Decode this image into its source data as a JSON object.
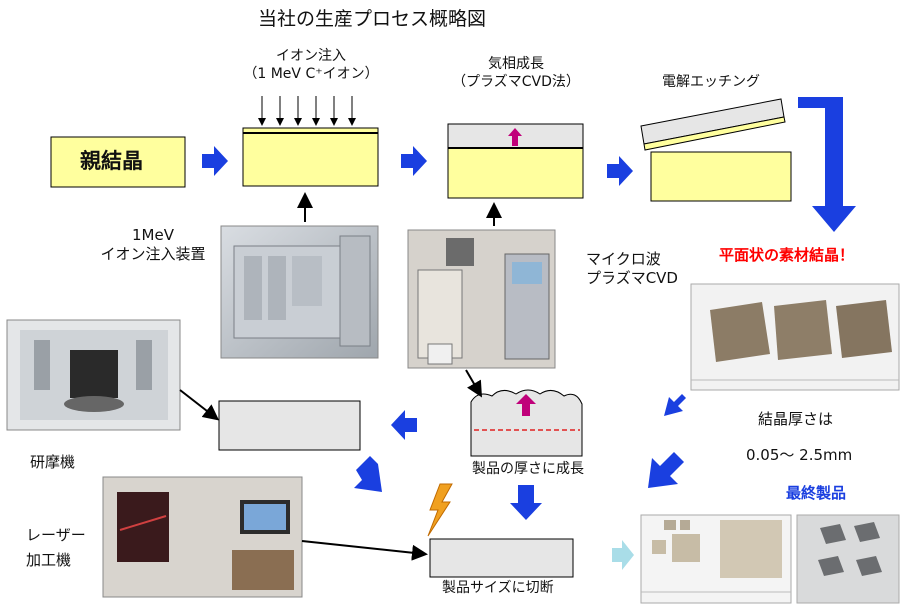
{
  "title": "当社の生産プロセス概略図",
  "steps": {
    "seed": "親結晶",
    "ion_implant": {
      "line1": "イオン注入",
      "line2": "（1 MeV C⁺イオン）"
    },
    "vapor_growth": {
      "line1": "気相成長",
      "line2": "（プラズマCVD法）"
    },
    "electrolytic_etching": "電解エッチング",
    "grow_to_thickness": "製品の厚さに成長",
    "cut_to_size": "製品サイズに切断"
  },
  "equipment": {
    "ion_implanter": {
      "line1": "1MeV",
      "line2": "イオン注入装置"
    },
    "cvd": {
      "line1": "マイクロ波",
      "line2": "プラズマCVD"
    },
    "polisher": "研摩機",
    "laser": {
      "line1": "レーザー",
      "line2": "加工機"
    }
  },
  "results": {
    "planar_crystal": "平面状の素材結晶！",
    "thickness_label": "結晶厚さは",
    "thickness_range": "0.05〜 2.5mm",
    "final_product": "最終製品"
  },
  "colors": {
    "crystal_fill": "#ffff9e",
    "gray_fill": "#e6e6e6",
    "arrow_blue": "#1a3fe0",
    "light_arrow": "#a9dde8",
    "magenta": "#c0007a",
    "red_text": "#ff0000",
    "blue_text": "#1a3fe0",
    "lightning": "#f0a020"
  }
}
